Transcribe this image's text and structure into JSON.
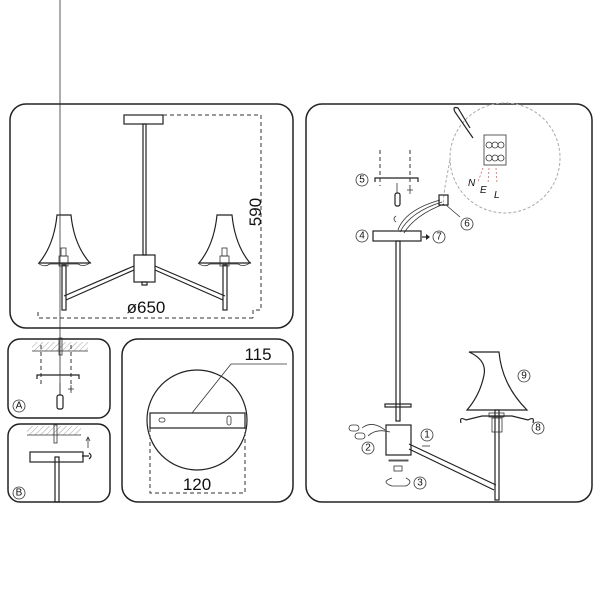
{
  "overview": {
    "height_label": "590",
    "diameter_label": "ø650"
  },
  "mounting_plate": {
    "width_label": "115",
    "diameter_label": "120"
  },
  "steps": {
    "a": "A",
    "b": "B"
  },
  "assembly": {
    "callouts": [
      "1",
      "2",
      "3",
      "4",
      "5",
      "6",
      "7",
      "8",
      "9"
    ],
    "wires": [
      "N",
      "E",
      "L"
    ]
  }
}
